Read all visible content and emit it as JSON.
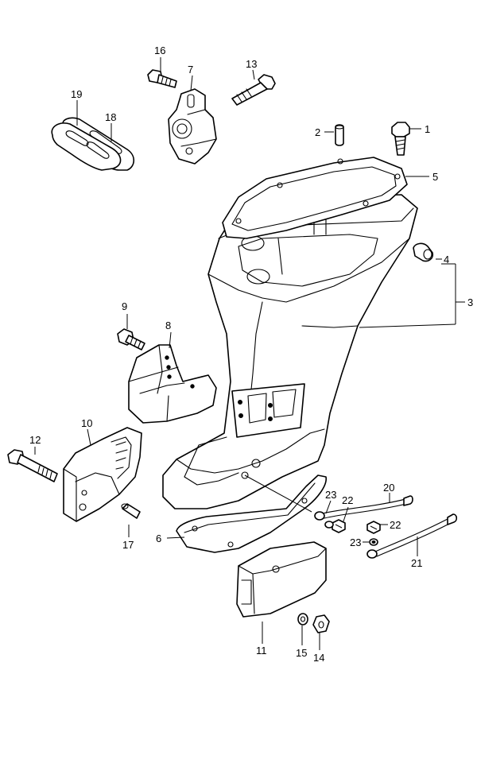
{
  "diagram": {
    "callouts": {
      "c1": "1",
      "c2": "2",
      "c3": "3",
      "c4": "4",
      "c5": "5",
      "c6": "6",
      "c7": "7",
      "c8": "8",
      "c9": "9",
      "c10": "10",
      "c11": "11",
      "c12": "12",
      "c13": "13",
      "c14": "14",
      "c15": "15",
      "c16": "16",
      "c17": "17",
      "c18": "18",
      "c19": "19",
      "c20": "20",
      "c21": "21",
      "c22a": "22",
      "c22b": "22",
      "c23a": "23",
      "c23b": "23"
    }
  }
}
